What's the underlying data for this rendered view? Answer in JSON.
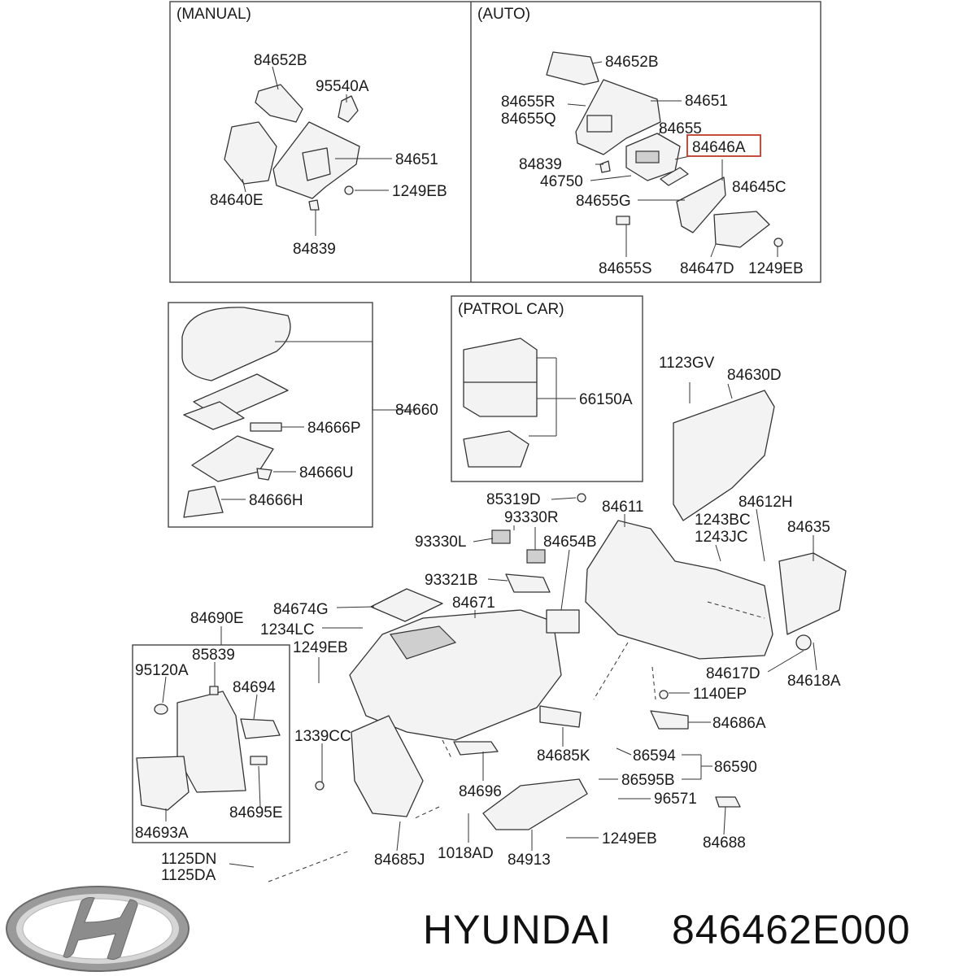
{
  "diagram": {
    "groups": [
      {
        "id": "manual",
        "title": "(MANUAL)"
      },
      {
        "id": "auto",
        "title": "(AUTO)"
      },
      {
        "id": "patrol",
        "title": "(PATROL CAR)"
      },
      {
        "id": "armrest",
        "title": ""
      },
      {
        "id": "side",
        "title": ""
      }
    ],
    "highlighted_part": "84646A",
    "labels": {
      "manual": [
        "84652B",
        "95540A",
        "84651",
        "84640E",
        "1249EB",
        "84839"
      ],
      "auto": [
        "84652B",
        "84655R",
        "84655Q",
        "84651",
        "84655",
        "84646A",
        "84839",
        "46750",
        "84645C",
        "84655G",
        "84655S",
        "84647D",
        "1249EB"
      ],
      "armrest": [
        "84660",
        "84666P",
        "84666U",
        "84666H"
      ],
      "patrol": [
        "66150A"
      ],
      "main": [
        "1123GV",
        "84630D",
        "85319D",
        "93330R",
        "84611",
        "84612H",
        "1243BC",
        "1243JC",
        "84635",
        "93330L",
        "84654B",
        "93321B",
        "84674G",
        "84671",
        "84690E",
        "1234LC",
        "85839",
        "1249EB",
        "95120A",
        "84694",
        "84617D",
        "84618A",
        "1140EP",
        "84686A",
        "1339CC",
        "84685K",
        "86594",
        "86590",
        "84696",
        "86595B",
        "96571",
        "84695E",
        "84693A",
        "1018AD",
        "84685J",
        "84913",
        "1249EB",
        "84688",
        "1125DN",
        "1125DA"
      ]
    }
  },
  "footer": {
    "brand": "HYUNDAI",
    "part_number": "846462E000",
    "logo_icon": "hyundai-logo-icon"
  },
  "colors": {
    "highlight": "#c0392b",
    "line": "#333333"
  }
}
